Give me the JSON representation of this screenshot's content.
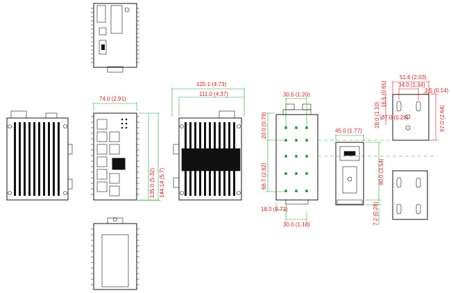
{
  "colors": {
    "dimension_text": "#d4171e",
    "dimension_line": "#1f9e3a",
    "outline": "#111111"
  },
  "dimensions": {
    "front_width": "74.0 (2.91)",
    "front_height_body": "135.0 (5.32)",
    "front_height_total": "144.14 (5.7)",
    "side_depth_total": "120.1 (4.73)",
    "side_depth_body": "111.0 (4.37)",
    "rear_hole_spacing_top": "30.5 (1.20)",
    "rear_top_offset": "20.0 (0.79)",
    "rear_hole_vertical": "66.7 (2.62)",
    "rear_hole_left": "18.0 (0.71)",
    "rear_bottom_width": "30.0 (1.18)",
    "din_clip_width": "45.0 (1.77)",
    "din_clip_height": "90.0 (3.54)",
    "din_bottom": "7.2 (0.28)",
    "wall_total_width": "51.6 (2.03)",
    "wall_hole_spacing": "34.0 (1.34)",
    "wall_edge_offset": "3.5 (0.14)",
    "wall_slot": "16.5 (0.65)",
    "wall_top_offset": "28.0 (1.10)",
    "wall_hole_diameter": "Ø7.0 (0.28)",
    "wall_height": "67.0 (2.64)"
  }
}
